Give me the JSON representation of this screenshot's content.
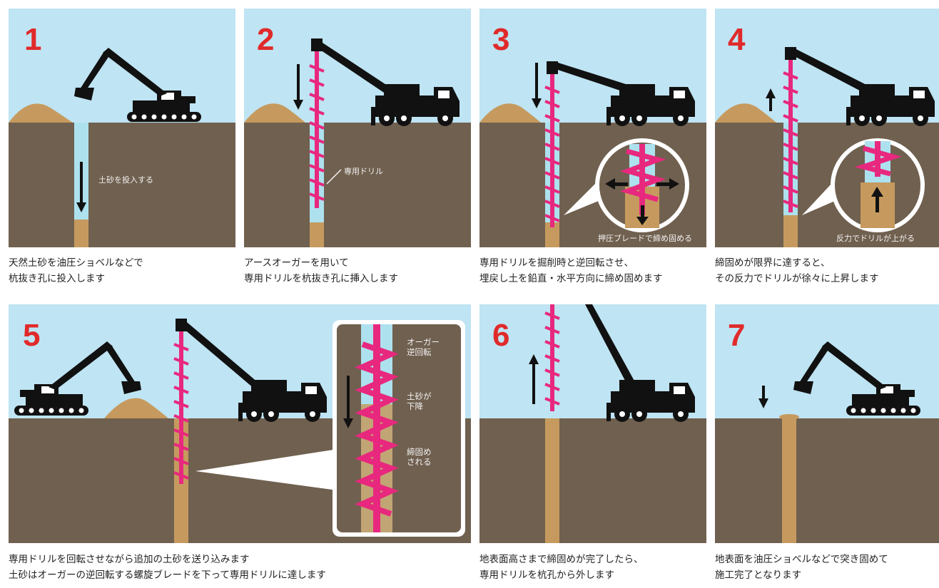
{
  "colors": {
    "sky": "#bfe4f3",
    "soil": "#70604f",
    "sand": "#c69a5e",
    "drill": "#e8287e",
    "hole": "#ade1ee",
    "ink": "#111111",
    "number": "#e02a2a"
  },
  "steps": [
    {
      "number": "1",
      "caption": [
        "天然土砂を油圧ショベルなどで",
        "杭抜き孔に投入します"
      ],
      "label": "土砂を投入する"
    },
    {
      "number": "2",
      "caption": [
        "アースオーガーを用いて",
        "専用ドリルを杭抜き孔に挿入します"
      ],
      "label": "専用ドリル"
    },
    {
      "number": "3",
      "caption": [
        "専用ドリルを掘削時と逆回転させ、",
        "埋戻し土を鉛直・水平方向に締め固めます"
      ],
      "label": "押圧ブレードで締め固める"
    },
    {
      "number": "4",
      "caption": [
        "締固めが限界に達すると、",
        "その反力でドリルが徐々に上昇します"
      ],
      "label": "反力でドリルが上がる"
    },
    {
      "number": "5",
      "caption": [
        "専用ドリルを回転させながら追加の土砂を送り込みます",
        "土砂はオーガーの逆回転する螺旋ブレードを下って専用ドリルに達します"
      ],
      "side_labels": [
        "オーガー\n逆回転",
        "土砂が\n下降",
        "締固め\nされる"
      ]
    },
    {
      "number": "6",
      "caption": [
        "地表面高さまで締固めが完了したら、",
        "専用ドリルを杭孔から外します"
      ]
    },
    {
      "number": "7",
      "caption": [
        "地表面を油圧ショベルなどで突き固めて",
        "施工完了となります"
      ]
    }
  ]
}
